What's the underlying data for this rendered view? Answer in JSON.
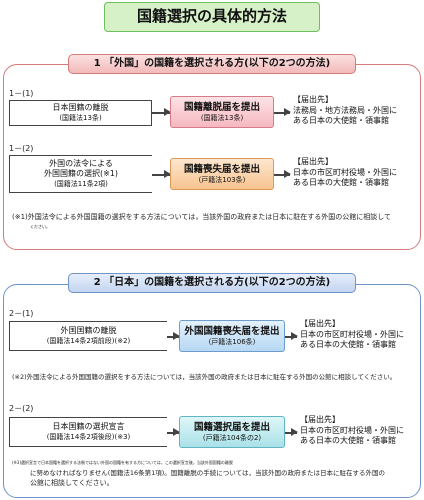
{
  "title": "国籍選択の具体的方法",
  "section1": {
    "banner": "1 「外国」の国籍を選択される方(以下の2つの方法)",
    "items": [
      {
        "label": "1－(1)",
        "case_line1": "日本国籍の離脱",
        "case_line2": "(国籍法13条)",
        "proc_main": "国籍離脱届を提出",
        "proc_sub": "(国籍法13条)",
        "dest_head": "【届出先】",
        "dest_line1": "法務局・地方法務局・外国に",
        "dest_line2": "ある日本の大使館・領事館"
      },
      {
        "label": "1－(2)",
        "case_line1": "外国の法令による",
        "case_line2": "外国国籍の選択(※1)",
        "case_line3": "(国籍法11条2項)",
        "proc_main": "国籍喪失届を提出",
        "proc_sub": "(戸籍法103条)",
        "dest_head": "【届出先】",
        "dest_line1": "日本の市区町村役場・外国に",
        "dest_line2": "ある日本の大使館・領事館"
      }
    ],
    "note1": "(※1)外国法令による外国国籍の選択をする方法については，当該外国の政府または日本に駐在する外国の公館に相談して",
    "note2": "ください。"
  },
  "section2": {
    "banner": "2 「日本」の国籍を選択される方(以下の2つの方法)",
    "items": [
      {
        "label": "2－(1)",
        "case_line1": "外国国籍の離脱",
        "case_line2": "(国籍法14条2項前段)(※2)",
        "proc_main": "外国国籍喪失届を提出",
        "proc_sub": "(戸籍法106条)",
        "dest_head": "【届出先】",
        "dest_line1": "日本の市区町村役場・外国に",
        "dest_line2": "ある日本の大使館・領事館"
      },
      {
        "label": "2－(2)",
        "case_line1": "日本国籍の選択宣言",
        "case_line2": "(国籍法14条2項後段)(※3)",
        "proc_main": "国籍選択届を提出",
        "proc_sub": "(戸籍法104条の2)",
        "dest_head": "【届出先】",
        "dest_line1": "日本の市区町村役場・外国に",
        "dest_line2": "ある日本の大使館・領事館"
      }
    ],
    "note_a1": "(※2)外国法令による外国国籍の選択をする方法については，当該外国の政府または日本に駐在する外国の公館に相談してください。",
    "note_b1": "(※3)選択宣言で日本国籍を選択する法制ではない外国の国籍を有する方については，この選択宣言後，当該外国国籍の離脱",
    "note_b2": "に努めなければなりません(国籍法16条第1項)。国籍離脱の手続については，当該外国の政府または日本に駐在する外国の",
    "note_b3": "公館に相談してください。"
  }
}
